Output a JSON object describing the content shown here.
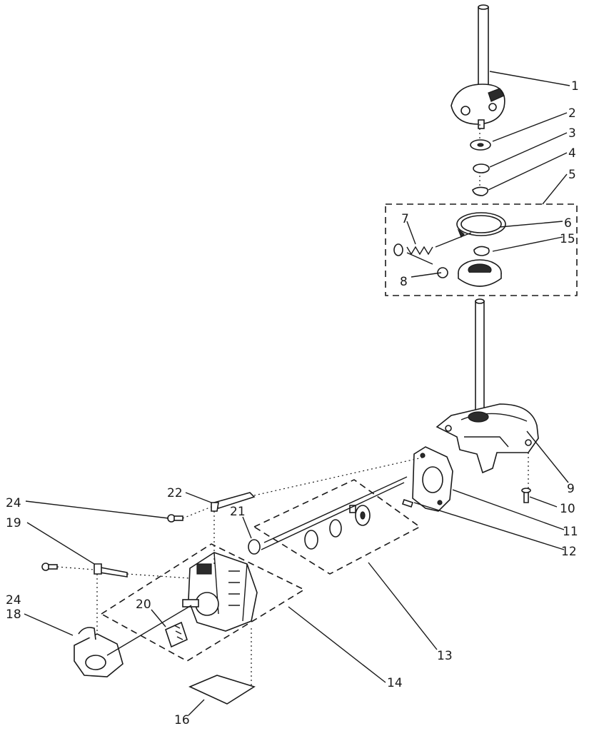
{
  "diagram": {
    "labels": {
      "p1": "1",
      "p2": "2",
      "p3": "3",
      "p4": "4",
      "p5": "5",
      "p6": "6",
      "p7": "7",
      "p8": "8",
      "p9": "9",
      "p10": "10",
      "p11": "11",
      "p12": "12",
      "p13": "13",
      "p14": "14",
      "p15": "15",
      "p16": "16",
      "p18": "18",
      "p19": "19",
      "p20": "20",
      "p21": "21",
      "p22": "22",
      "p24a": "24",
      "p24b": "24"
    }
  }
}
